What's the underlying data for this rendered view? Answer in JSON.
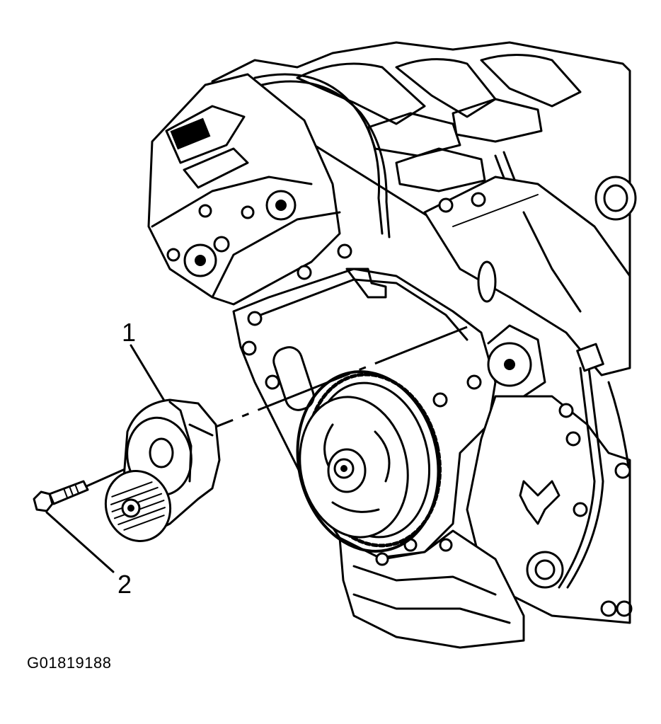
{
  "figure": {
    "callouts": [
      {
        "id": "callout-1",
        "label": "1"
      },
      {
        "id": "callout-2",
        "label": "2"
      }
    ],
    "figure_id": "G01819188",
    "parts": {
      "part_1_icon": "belt-tensioner-icon",
      "part_2_icon": "bolt-icon",
      "assembly_icon": "engine-front-icon"
    }
  }
}
